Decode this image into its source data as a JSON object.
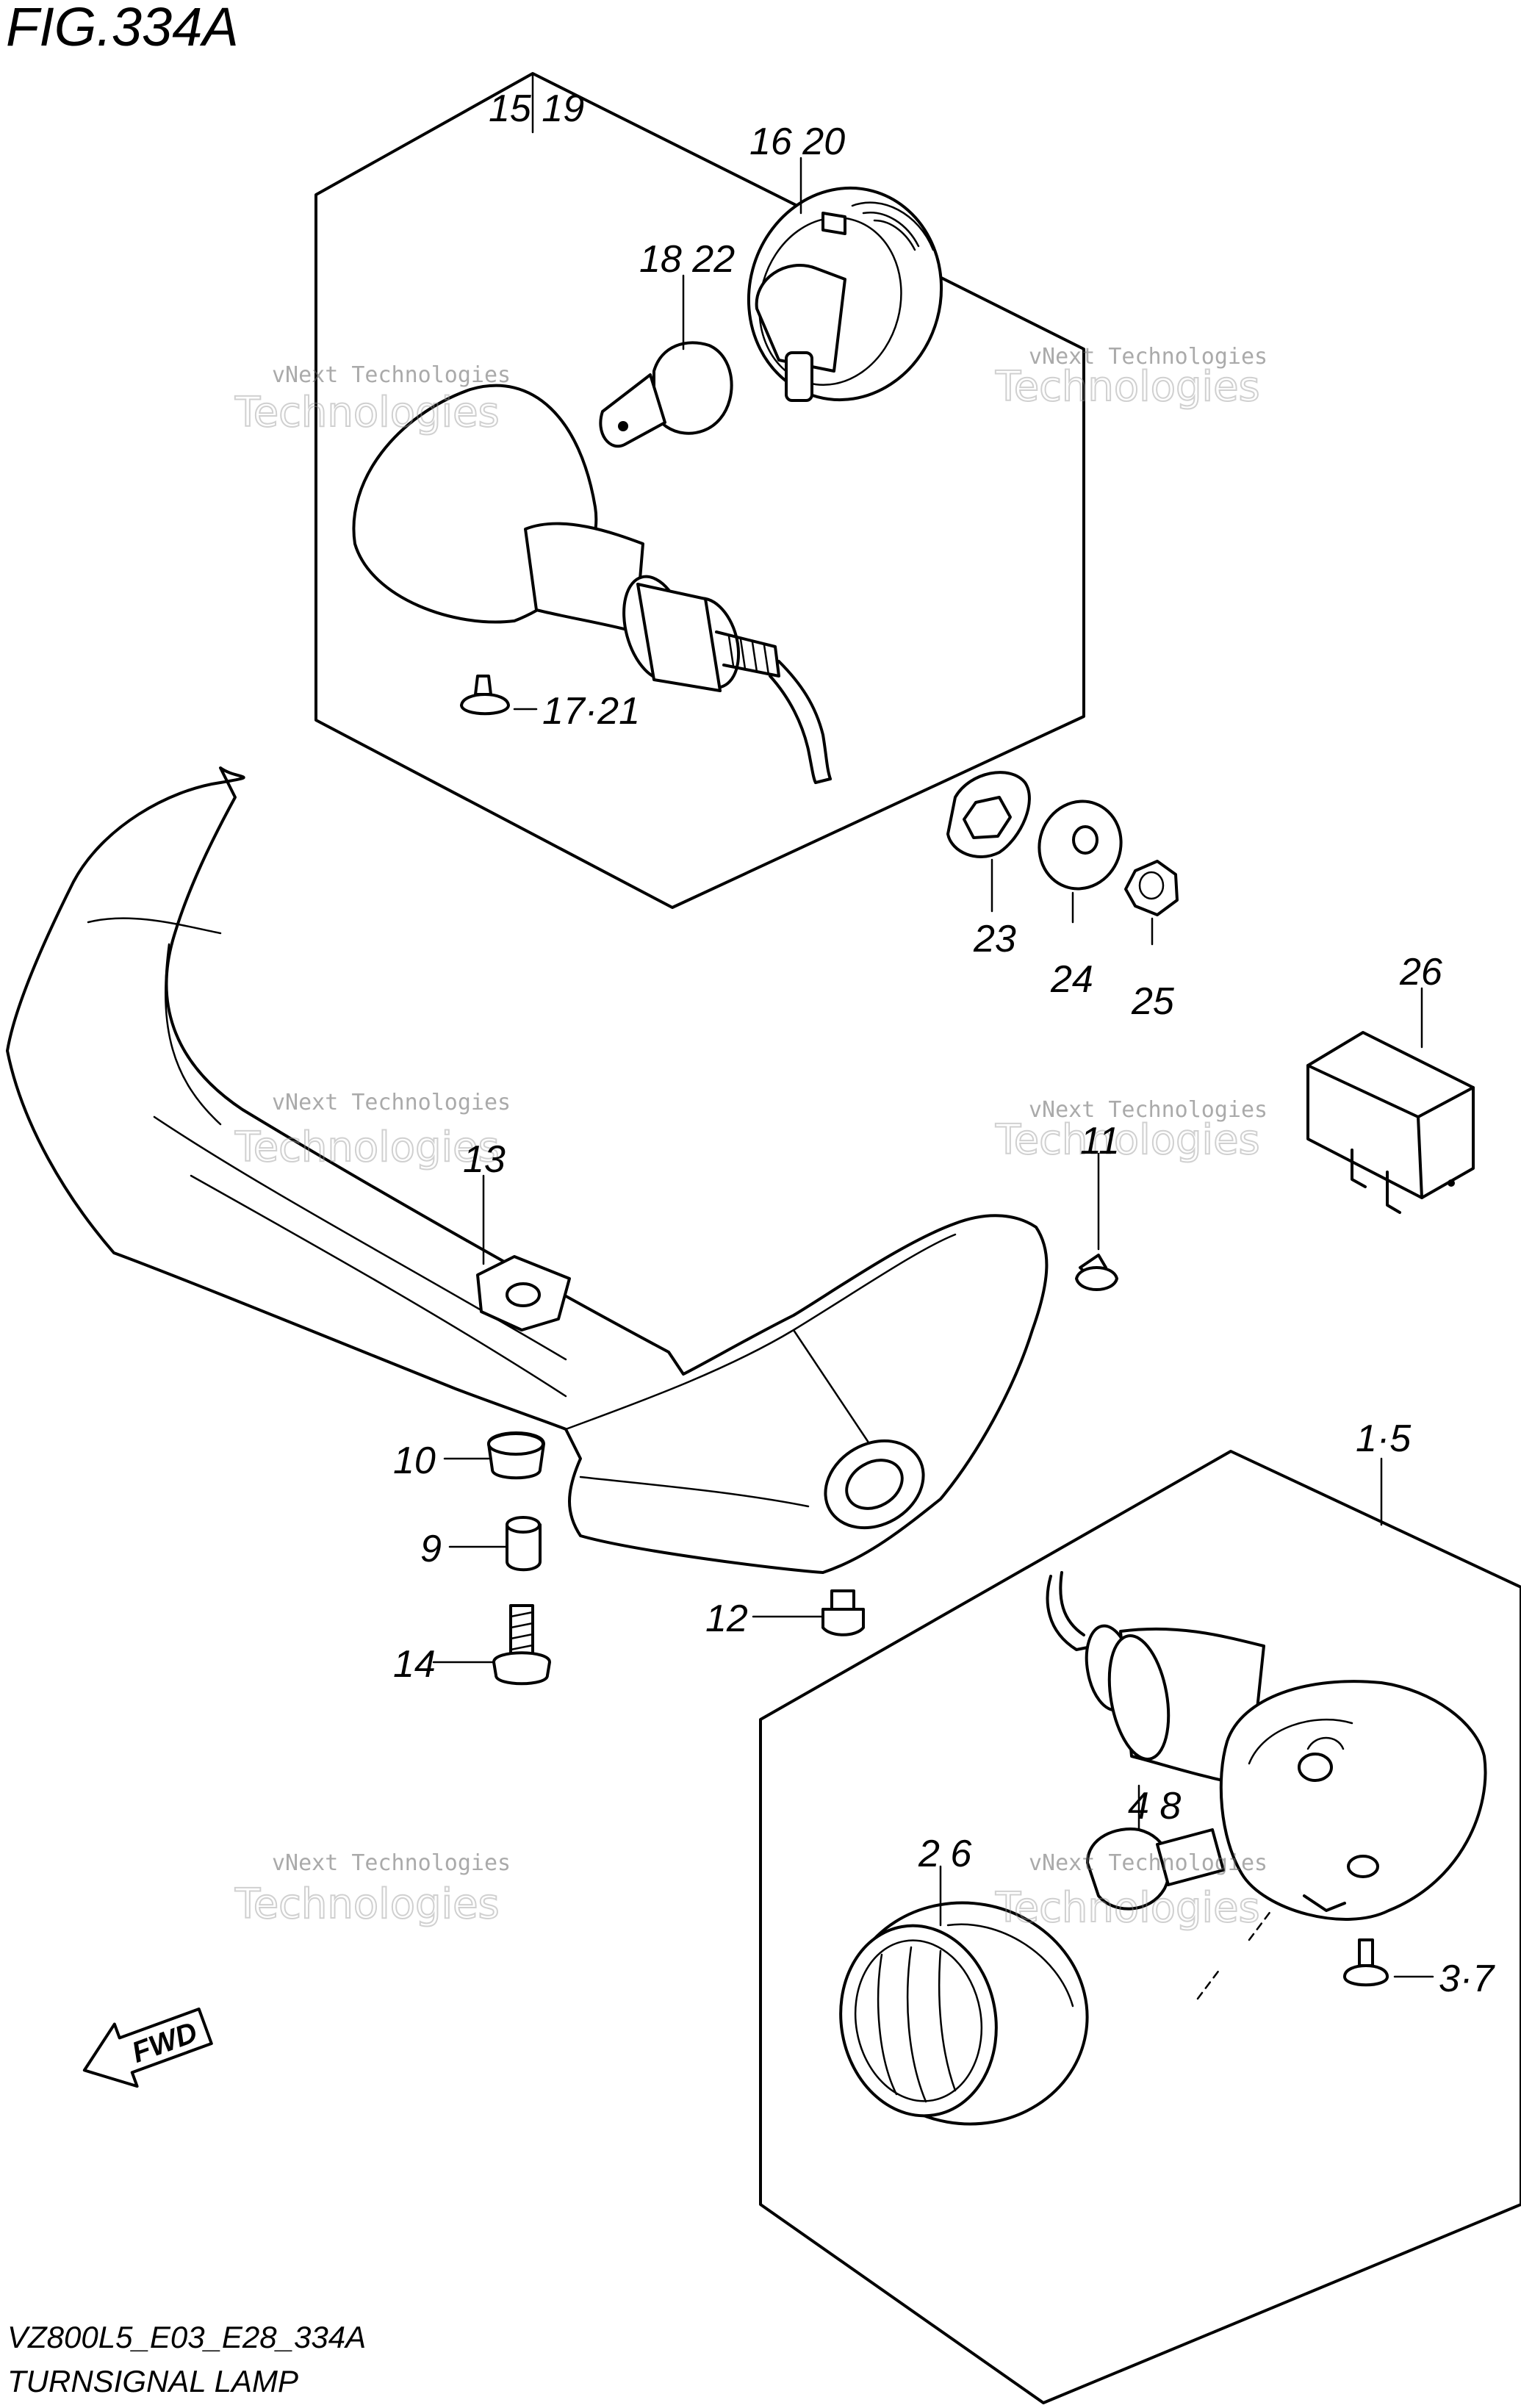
{
  "figure_title": "FIG.334A",
  "footer": {
    "model_code": "VZ800L5_E03_E28_334A",
    "section_name": "TURNSIGNAL LAMP"
  },
  "direction_badge": "FWD",
  "watermark": {
    "line1": "vNext Technologies",
    "line2": "Technologies"
  },
  "callouts": [
    {
      "id": "c1519",
      "text": "15 19"
    },
    {
      "id": "c1620",
      "text": "16 20"
    },
    {
      "id": "c1822",
      "text": "18 22"
    },
    {
      "id": "c1721",
      "text": "17·21"
    },
    {
      "id": "c23",
      "text": "23"
    },
    {
      "id": "c24",
      "text": "24"
    },
    {
      "id": "c25",
      "text": "25"
    },
    {
      "id": "c26",
      "text": "26"
    },
    {
      "id": "c13",
      "text": "13"
    },
    {
      "id": "c11",
      "text": "11"
    },
    {
      "id": "c10",
      "text": "10"
    },
    {
      "id": "c9",
      "text": "9"
    },
    {
      "id": "c14",
      "text": "14"
    },
    {
      "id": "c12",
      "text": "12"
    },
    {
      "id": "c15",
      "text": "1·5"
    },
    {
      "id": "c48",
      "text": "4 8"
    },
    {
      "id": "c26b",
      "text": "2 6"
    },
    {
      "id": "c37",
      "text": "3·7"
    }
  ]
}
